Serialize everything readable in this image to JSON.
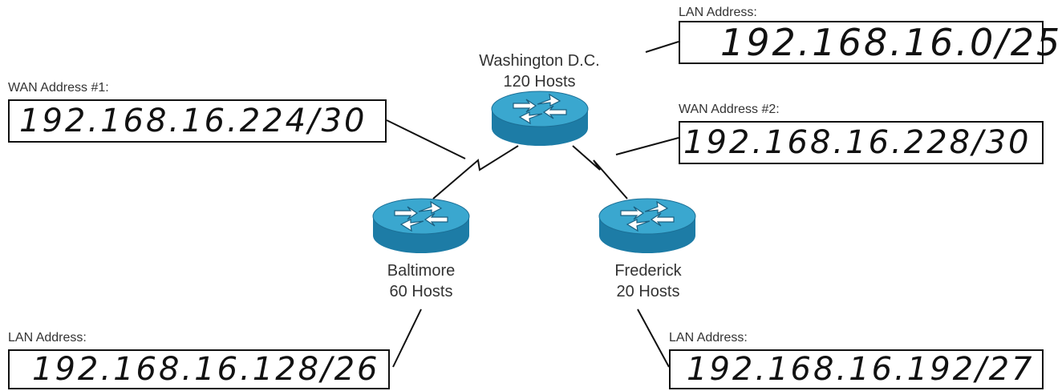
{
  "sites": {
    "washington": {
      "name": "Washington D.C.",
      "hosts": "120 Hosts"
    },
    "baltimore": {
      "name": "Baltimore",
      "hosts": "60 Hosts"
    },
    "frederick": {
      "name": "Frederick",
      "hosts": "20 Hosts"
    }
  },
  "addresses": {
    "dc_lan": {
      "label": "LAN Address:",
      "value": "192.168.16.0/25"
    },
    "wan1": {
      "label": "WAN Address #1:",
      "value": "192.168.16.224/30"
    },
    "wan2": {
      "label": "WAN Address #2:",
      "value": "192.168.16.228/30"
    },
    "baltimore_lan": {
      "label": "LAN Address:",
      "value": "192.168.16.128/26"
    },
    "frederick_lan": {
      "label": "LAN Address:",
      "value": "192.168.16.192/27"
    }
  },
  "colors": {
    "router_top": "#3aa7cf",
    "router_side": "#1d7ca6",
    "box_border": "#111111"
  }
}
